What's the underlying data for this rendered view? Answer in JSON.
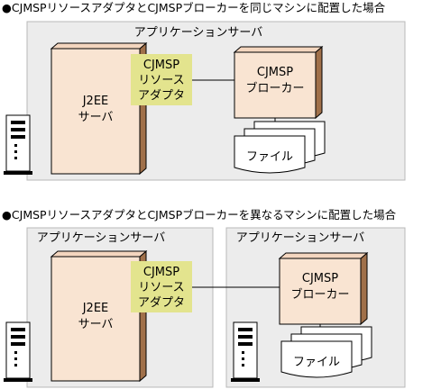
{
  "diagram": {
    "scenario1": {
      "caption": "●CJMSPリソースアダプタとCJMSPブローカーを同じマシンに配置した場合",
      "app_server_label": "アプリケーションサーバ",
      "j2ee": {
        "line1": "J2EE",
        "line2": "サーバ"
      },
      "resource_adapter": {
        "line1": "CJMSP",
        "line2": "リソース",
        "line3": "アダプタ"
      },
      "broker": {
        "line1": "CJMSP",
        "line2": "ブローカー"
      },
      "file_label": "ファイル"
    },
    "scenario2": {
      "caption": "●CJMSPリソースアダプタとCJMSPブローカーを異なるマシンに配置した場合",
      "app_server_label_left": "アプリケーションサーバ",
      "app_server_label_right": "アプリケーションサーバ",
      "j2ee": {
        "line1": "J2EE",
        "line2": "サーバ"
      },
      "resource_adapter": {
        "line1": "CJMSP",
        "line2": "リソース",
        "line3": "アダプタ"
      },
      "broker": {
        "line1": "CJMSP",
        "line2": "ブローカー"
      },
      "file_label": "ファイル"
    },
    "colors": {
      "region_fill": "#ececec",
      "region_stroke": "#b8b8b8",
      "server_front": "#f9e4d2",
      "server_side": "#a0704a",
      "adapter_fill": "#e3e48e",
      "file_fill": "#ffffff"
    }
  }
}
